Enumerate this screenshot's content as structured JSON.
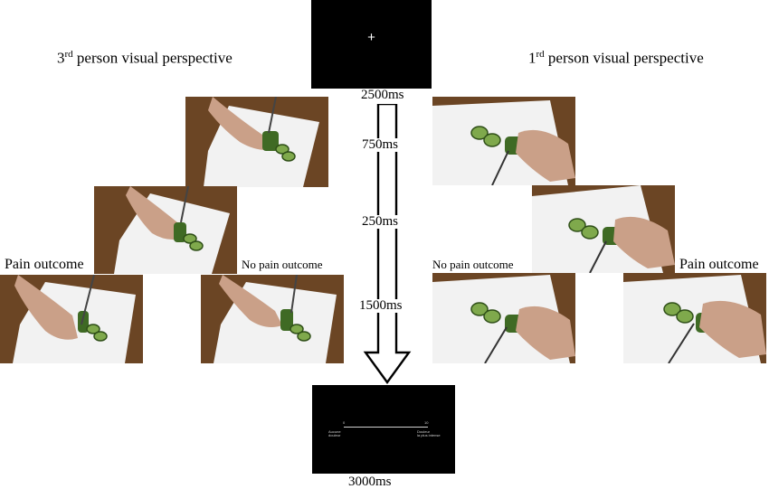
{
  "fixation": {
    "symbol": "+"
  },
  "perspectives": {
    "third": {
      "base": "3",
      "sup": "rd",
      "rest": " person visual perspective"
    },
    "first": {
      "base": "1",
      "sup": "rd",
      "rest": " person visual perspective"
    }
  },
  "timings": [
    "2500ms",
    "750ms",
    "250ms",
    "1500ms",
    "3000ms"
  ],
  "outcomes": {
    "left_pain": "Pain outcome",
    "left_no_pain": "No pain outcome",
    "right_no_pain": "No pain outcome",
    "right_pain": "Pain outcome"
  },
  "rating_scale": {
    "min_label": "0",
    "max_label": "10",
    "min_anchor_line1": "Aucune",
    "min_anchor_line2": "douleur",
    "max_anchor_line1": "Douleur",
    "max_anchor_line2": "la plus intense"
  },
  "colors": {
    "table_wood": "#6b4524",
    "board": "#f2f2f2",
    "cucumber": "#4f7a2e",
    "skin": "#caa088"
  }
}
